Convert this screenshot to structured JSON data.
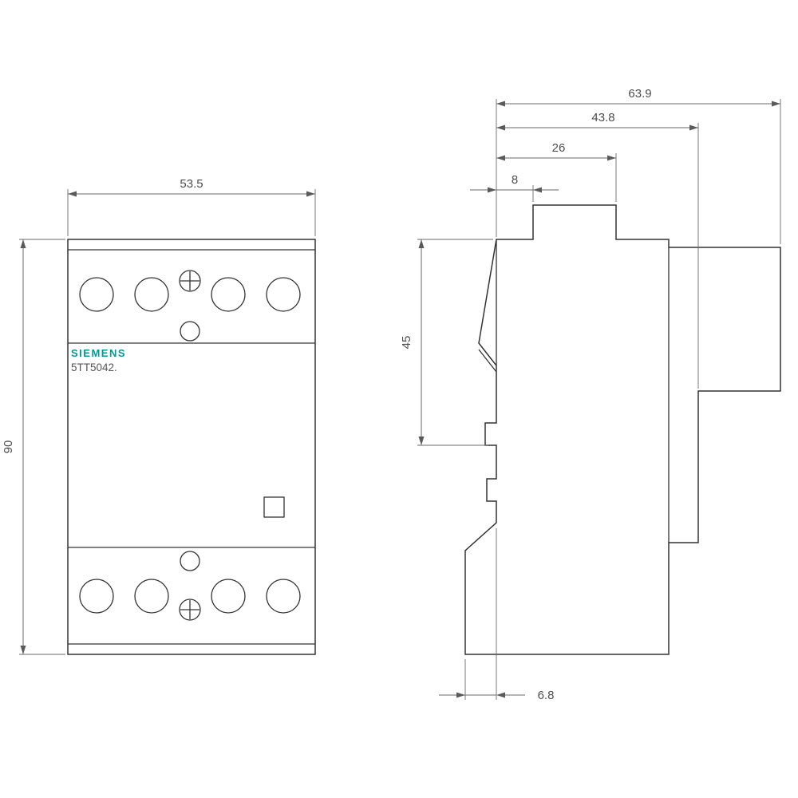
{
  "product": {
    "brand": "SIEMENS",
    "model": "5TT5042."
  },
  "dimensions": {
    "front_width": "53.5",
    "front_height": "90",
    "depth_overall": "63.9",
    "depth_to_rail": "43.8",
    "top_offset_26": "26",
    "top_offset_8": "8",
    "side_height_45": "45",
    "bottom_offset_6_8": "6.8"
  },
  "colors": {
    "brand": "#009999",
    "outline": "#333333",
    "dimension": "#4d4d4d"
  }
}
